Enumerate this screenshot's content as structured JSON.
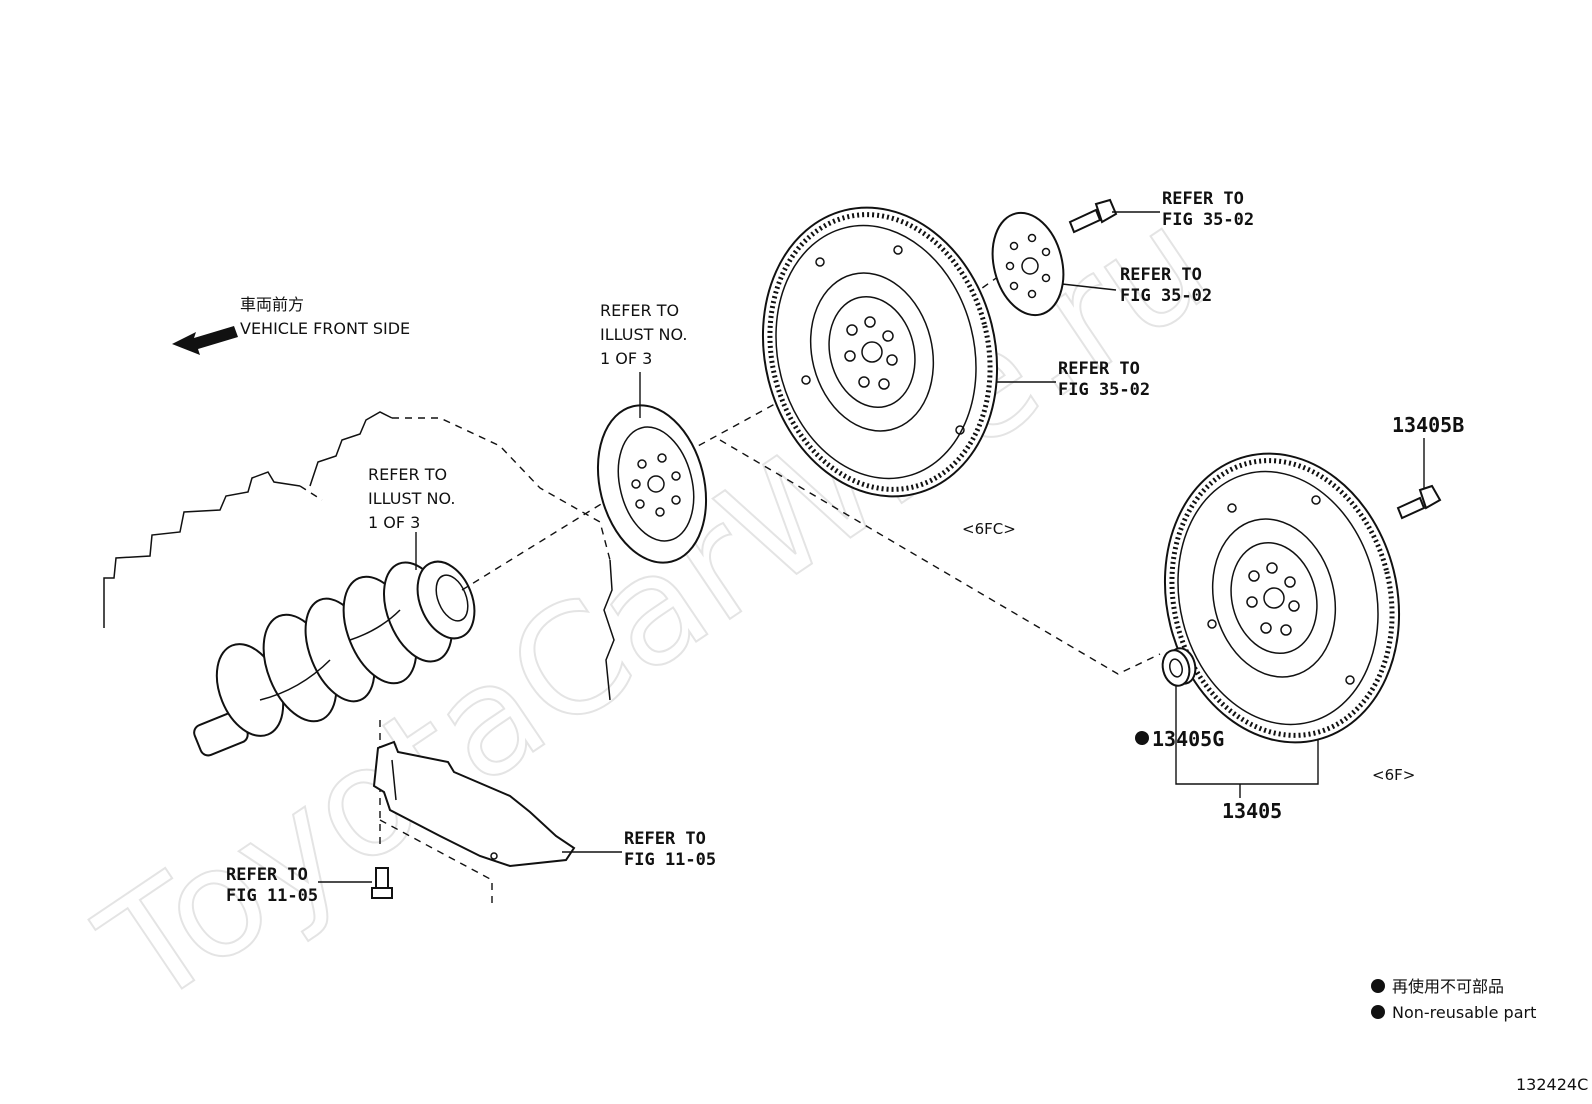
{
  "watermark": "ToyotaCarWire.ru",
  "direction": {
    "jp": "車両前方",
    "en": "VEHICLE FRONT SIDE"
  },
  "refers": {
    "illust_top": [
      "REFER TO",
      "ILLUST NO.",
      "1 OF 3"
    ],
    "illust_crank": [
      "REFER TO",
      "ILLUST NO.",
      "1 OF 3"
    ],
    "fig35_bolt": [
      "REFER TO",
      "FIG 35-02"
    ],
    "fig35_plate": [
      "REFER TO",
      "FIG 35-02"
    ],
    "fig35_flywheel": [
      "REFER TO",
      "FIG 35-02"
    ],
    "fig11_cover": [
      "REFER TO",
      "FIG 11-05"
    ],
    "fig11_bolt": [
      "REFER TO",
      "FIG 11-05"
    ]
  },
  "parts": {
    "bolt": "13405B",
    "bearing": "13405G",
    "assembly": "13405"
  },
  "variants": {
    "fc": "<6FC>",
    "f": "<6F>"
  },
  "legend": {
    "jp": "再使用不可部品",
    "en": "Non-reusable part"
  },
  "figure_number": "132424C"
}
